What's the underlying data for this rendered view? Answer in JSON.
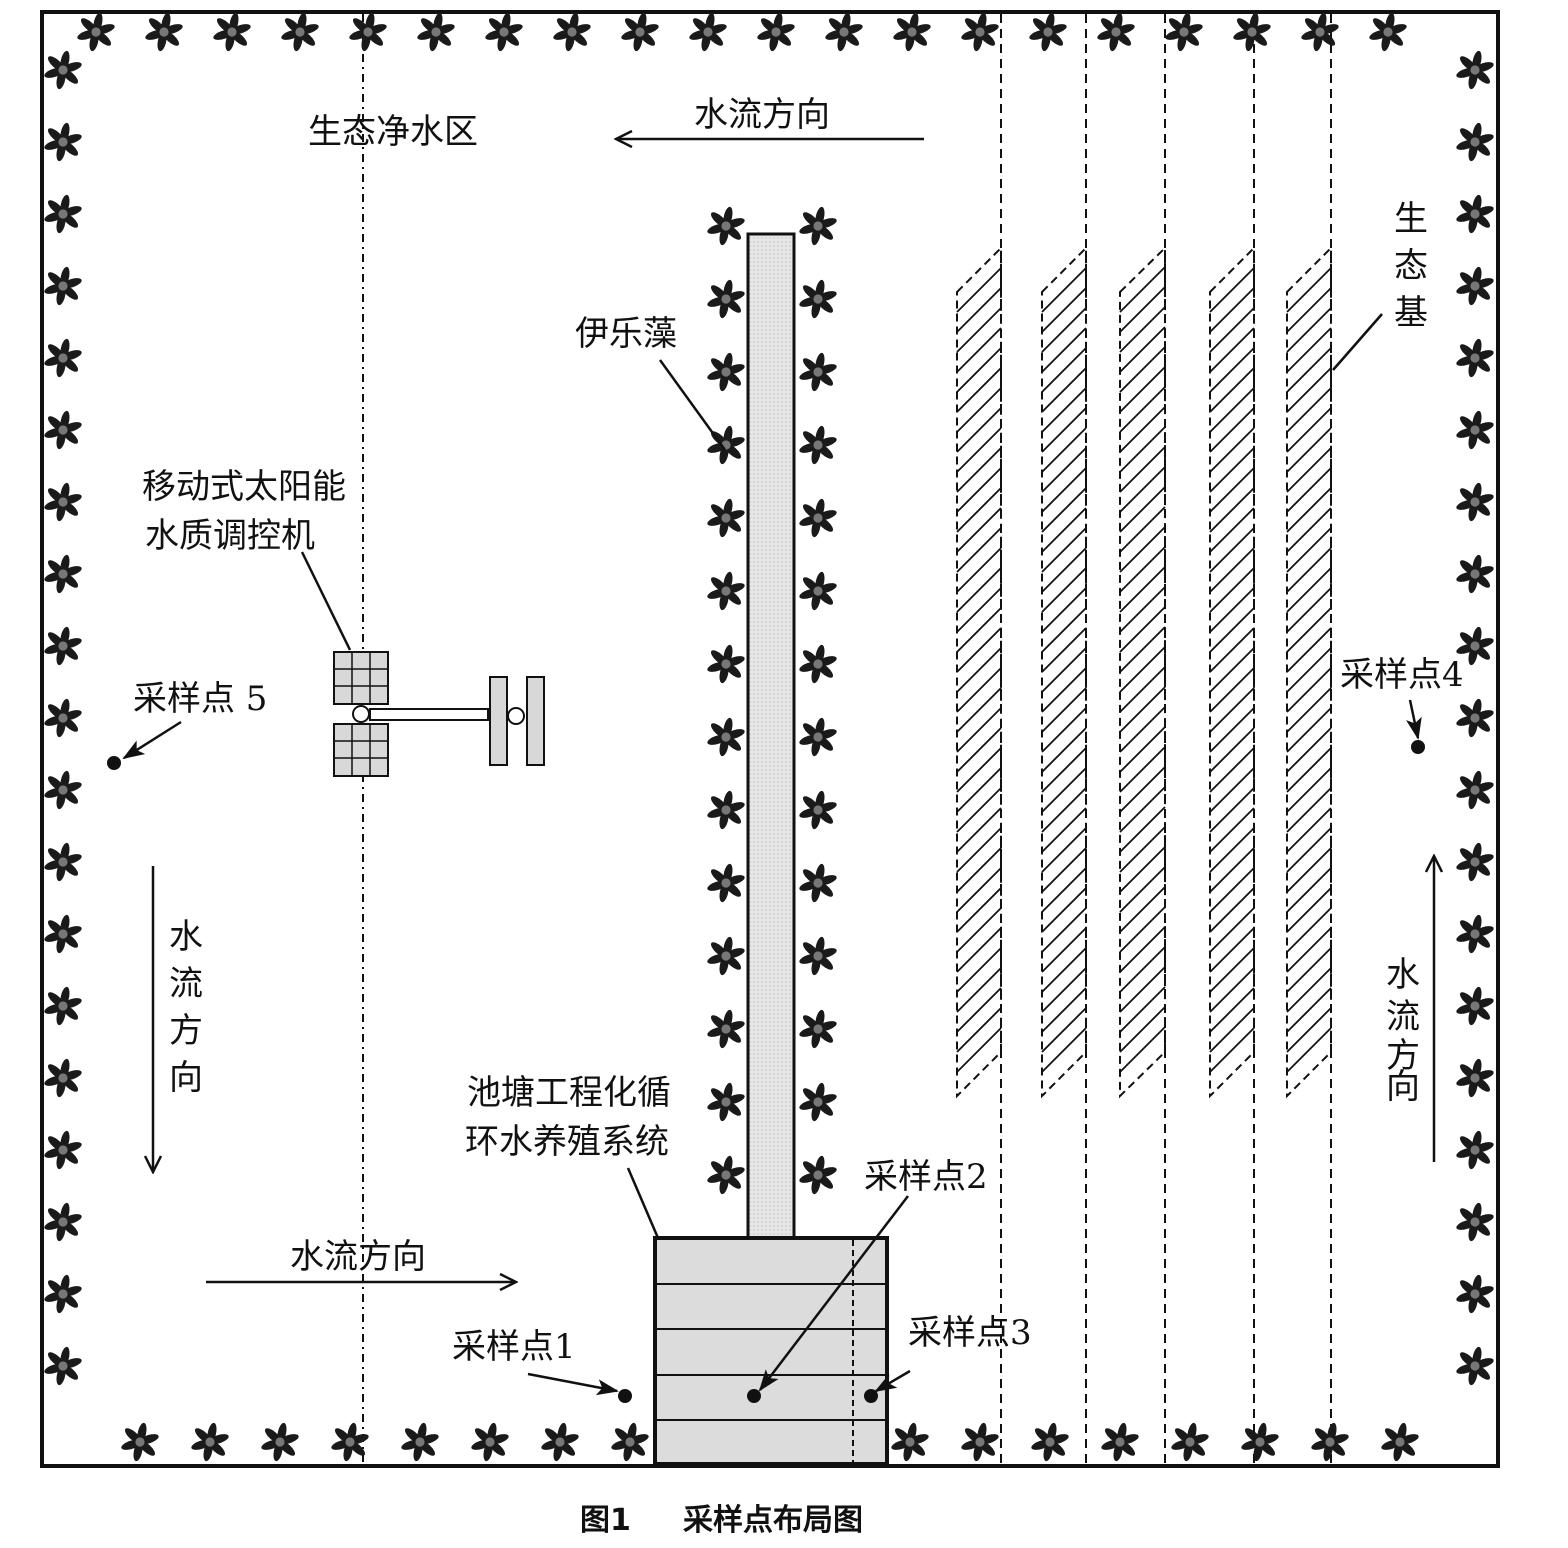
{
  "title": "采样点布局图",
  "figure_no": "图1",
  "labels": {
    "eco_purification_zone": "生态净水区",
    "flow_top": "水流方向",
    "flow_bottom": "水流方向",
    "flow_left": [
      "水",
      "流",
      "方",
      "向"
    ],
    "flow_right": [
      "水",
      "流",
      "方",
      "向"
    ],
    "elodea": "伊乐藻",
    "solar_machine": [
      "移动式太阳能",
      "水质调控机"
    ],
    "ecological_base": [
      "生",
      "态",
      "基"
    ],
    "pond_system": [
      "池塘工程化循",
      "环水养殖系统"
    ],
    "sample_1": "采样点1",
    "sample_2": "采样点2",
    "sample_3": "采样点3",
    "sample_4": "采样点4",
    "sample_5": "采样点 5"
  },
  "colors": {
    "line": "#111111",
    "tank_fill": "#dcdcdc",
    "channel_fill": "#e2e2e2",
    "panel_fill": "#d8d8d8",
    "plant": "#1a1a1a"
  }
}
